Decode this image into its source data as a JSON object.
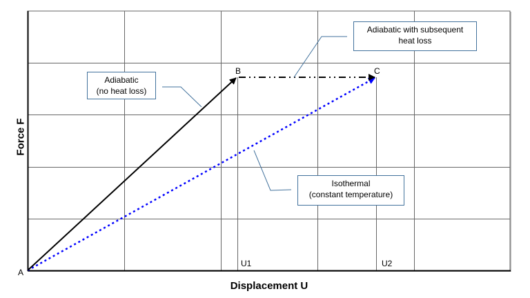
{
  "chart_data": {
    "type": "line",
    "title": "",
    "xlabel": "Displacement U",
    "ylabel": "Force F",
    "grid": true,
    "points": {
      "A": {
        "label": "A",
        "x": 0,
        "y": 0
      },
      "B": {
        "label": "B",
        "x": "U1",
        "y": "F_B"
      },
      "C": {
        "label": "C",
        "x": "U2",
        "y": "F_B"
      }
    },
    "x_markers": [
      "U1",
      "U2"
    ],
    "series": [
      {
        "name": "Adiabatic (no heat loss)",
        "from": "A",
        "to": "B",
        "style": "solid",
        "color": "#000000",
        "arrow": true
      },
      {
        "name": "Adiabatic with subsequent heat loss",
        "from": "B",
        "to": "C",
        "style": "dash-dot-dot",
        "color": "#000000",
        "arrow": true
      },
      {
        "name": "Isothermal (constant temperature)",
        "from": "A",
        "to": "C",
        "style": "dotted",
        "color": "#0000ff",
        "arrow": true
      }
    ]
  },
  "labels": {
    "y_axis": "Force F",
    "x_axis": "Displacement U",
    "point_a": "A",
    "point_b": "B",
    "point_c": "C",
    "u1": "U1",
    "u2": "U2"
  },
  "callouts": {
    "adiabatic": {
      "line1": "Adiabatic",
      "line2": "(no heat loss)"
    },
    "adiabatic_heat_loss": {
      "line1": "Adiabatic with subsequent",
      "line2": "heat loss"
    },
    "isothermal": {
      "line1": "Isothermal",
      "line2": "(constant temperature)"
    }
  },
  "colors": {
    "grid": "#666666",
    "callout_border": "#41719c",
    "isothermal": "#0000ff",
    "adiabatic": "#000000"
  }
}
